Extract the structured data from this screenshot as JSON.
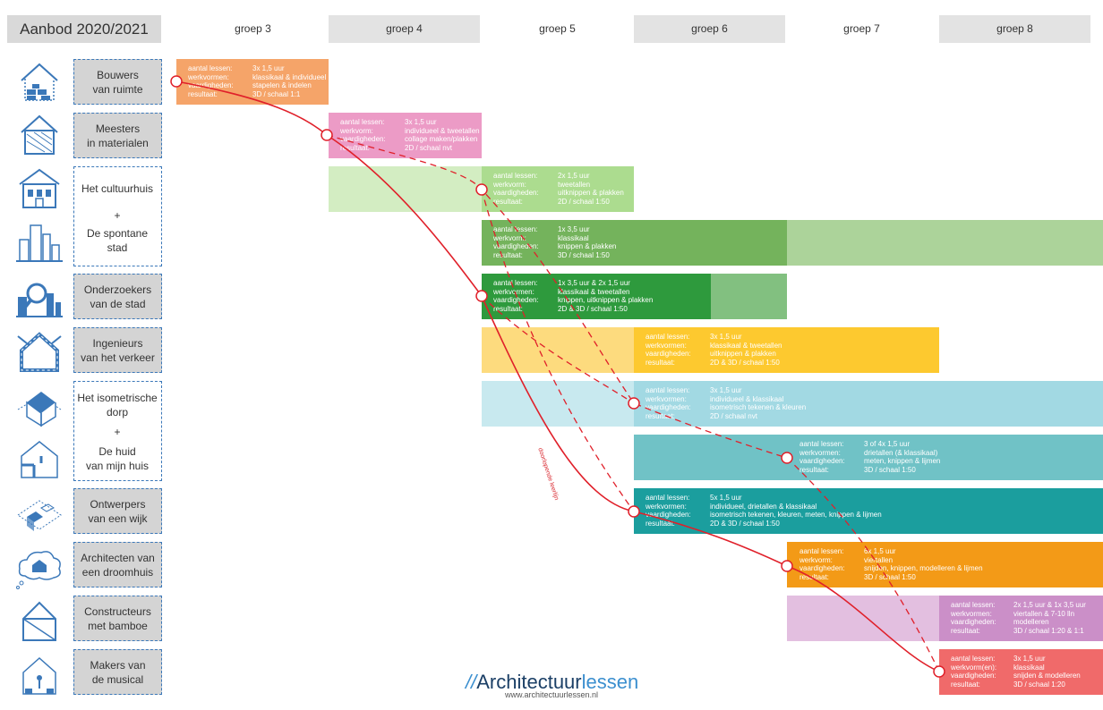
{
  "title": "Aanbod 2020/2021",
  "groups": [
    "groep 3",
    "groep 4",
    "groep 5",
    "groep 6",
    "groep 7",
    "groep 8"
  ],
  "info_labels": {
    "lessen": "aantal lessen:",
    "werkvormen": "werkvormen:",
    "werkvorm": "werkvorm:",
    "werkvormen_en": "werkvorm(en):",
    "vaardigheden": "vaardigheden:",
    "resultaat": "resultaat:"
  },
  "rows": [
    {
      "label": "Bouwers\nvan ruimte",
      "icon": "blocks-house-icon"
    },
    {
      "label": "Meesters\nin materialen",
      "icon": "material-house-icon"
    },
    {
      "label": "Het cultuurhuis",
      "icon": "culture-house-icon"
    },
    {
      "label": "De spontane\nstad",
      "icon": "city-skyline-icon"
    },
    {
      "label": "Onderzoekers\nvan de stad",
      "icon": "magnifier-city-icon"
    },
    {
      "label": "Ingenieurs\nvan het verkeer",
      "icon": "road-house-icon"
    },
    {
      "label": "Het isometrische\ndorp",
      "icon": "isometric-house-icon"
    },
    {
      "label": "De huid\nvan mijn huis",
      "icon": "floorplan-house-icon"
    },
    {
      "label": "Ontwerpers\nvan een wijk",
      "icon": "neighborhood-icon"
    },
    {
      "label": "Architecten van\neen droomhuis",
      "icon": "dream-cloud-icon"
    },
    {
      "label": "Constructeurs\nmet bamboe",
      "icon": "bamboo-frame-icon"
    },
    {
      "label": "Makers van\nde musical",
      "icon": "stage-house-icon"
    }
  ],
  "plus": "+",
  "programs": [
    {
      "lessen": "3x 1,5 uur",
      "werkvormen": "klassikaal & individueel",
      "vaardigheden": "stapelen & indelen",
      "resultaat": "3D / schaal 1:1",
      "color": "#f5a469"
    },
    {
      "lessen": "3x 1,5 uur",
      "werkvormen": "individueel & tweetallen",
      "vaardigheden": "collage maken/plakken",
      "resultaat": "2D / schaal nvt",
      "color": "#ec9bc6"
    },
    {
      "lessen": "2x 1,5 uur",
      "werkvormen": "tweetallen",
      "vaardigheden": "uitknippen & plakken",
      "resultaat": "2D / schaal 1:50",
      "color": "#acdc8f"
    },
    {
      "lessen": "1x 3,5 uur",
      "werkvormen": "klassikaal",
      "vaardigheden": "knippen & plakken",
      "resultaat": "3D / schaal 1:50",
      "color": "#74b35c"
    },
    {
      "lessen": "1x 3,5 uur & 2x 1,5 uur",
      "werkvormen": "klassikaal & tweetallen",
      "vaardigheden": "knippen, uitknippen & plakken",
      "resultaat": "2D & 3D / schaal 1:50",
      "color": "#2e9a3d"
    },
    {
      "lessen": "3x 1,5 uur",
      "werkvormen": "klassikaal & tweetallen",
      "vaardigheden": "uitknippen & plakken",
      "resultaat": "2D & 3D / schaal 1:50",
      "color": "#fdc92f"
    },
    {
      "lessen": "3x 1,5 uur",
      "werkvormen": "individueel & klassikaal",
      "vaardigheden": "isometrisch tekenen & kleuren",
      "resultaat": "2D / schaal nvt",
      "color": "#a2d9e3"
    },
    {
      "lessen": "3 of 4x 1,5 uur",
      "werkvormen": "drietallen (& klassikaal)",
      "vaardigheden": "meten, knippen & lijmen",
      "resultaat": "3D / schaal 1:50",
      "color": "#70c2c6"
    },
    {
      "lessen": "5x 1,5 uur",
      "werkvormen": "individueel, drietallen & klassikaal",
      "vaardigheden": "isometrisch tekenen, kleuren, meten, knippen & lijmen",
      "resultaat": "2D & 3D / schaal 1:50",
      "color": "#1b9e9e"
    },
    {
      "lessen": "6x 1,5 uur",
      "werkvormen": "viertallen",
      "vaardigheden": "snijden, knippen, modelleren & lijmen",
      "resultaat": "3D / schaal 1:50",
      "color": "#f39a17"
    },
    {
      "lessen": "2x 1,5 uur & 1x 3,5 uur",
      "werkvormen": "viertallen & 7-10 lln",
      "vaardigheden": "modelleren",
      "resultaat": "3D / schaal 1:20 & 1:1",
      "color": "#cb8fc8"
    },
    {
      "lessen": "3x 1,5 uur",
      "werkvormen": "klassikaal",
      "vaardigheden": "snijden & modelleren",
      "resultaat": "3D / schaal 1:20",
      "color": "#f06a6a"
    }
  ],
  "lijn_label": "doorlopende leerlijn",
  "logo": {
    "slashes": "//",
    "part1": "Architectuur",
    "part2": "lessen",
    "url": "www.architectuurlessen.nl"
  },
  "colors": {
    "label_border": "#3b78b9",
    "curve": "#e0202a"
  }
}
